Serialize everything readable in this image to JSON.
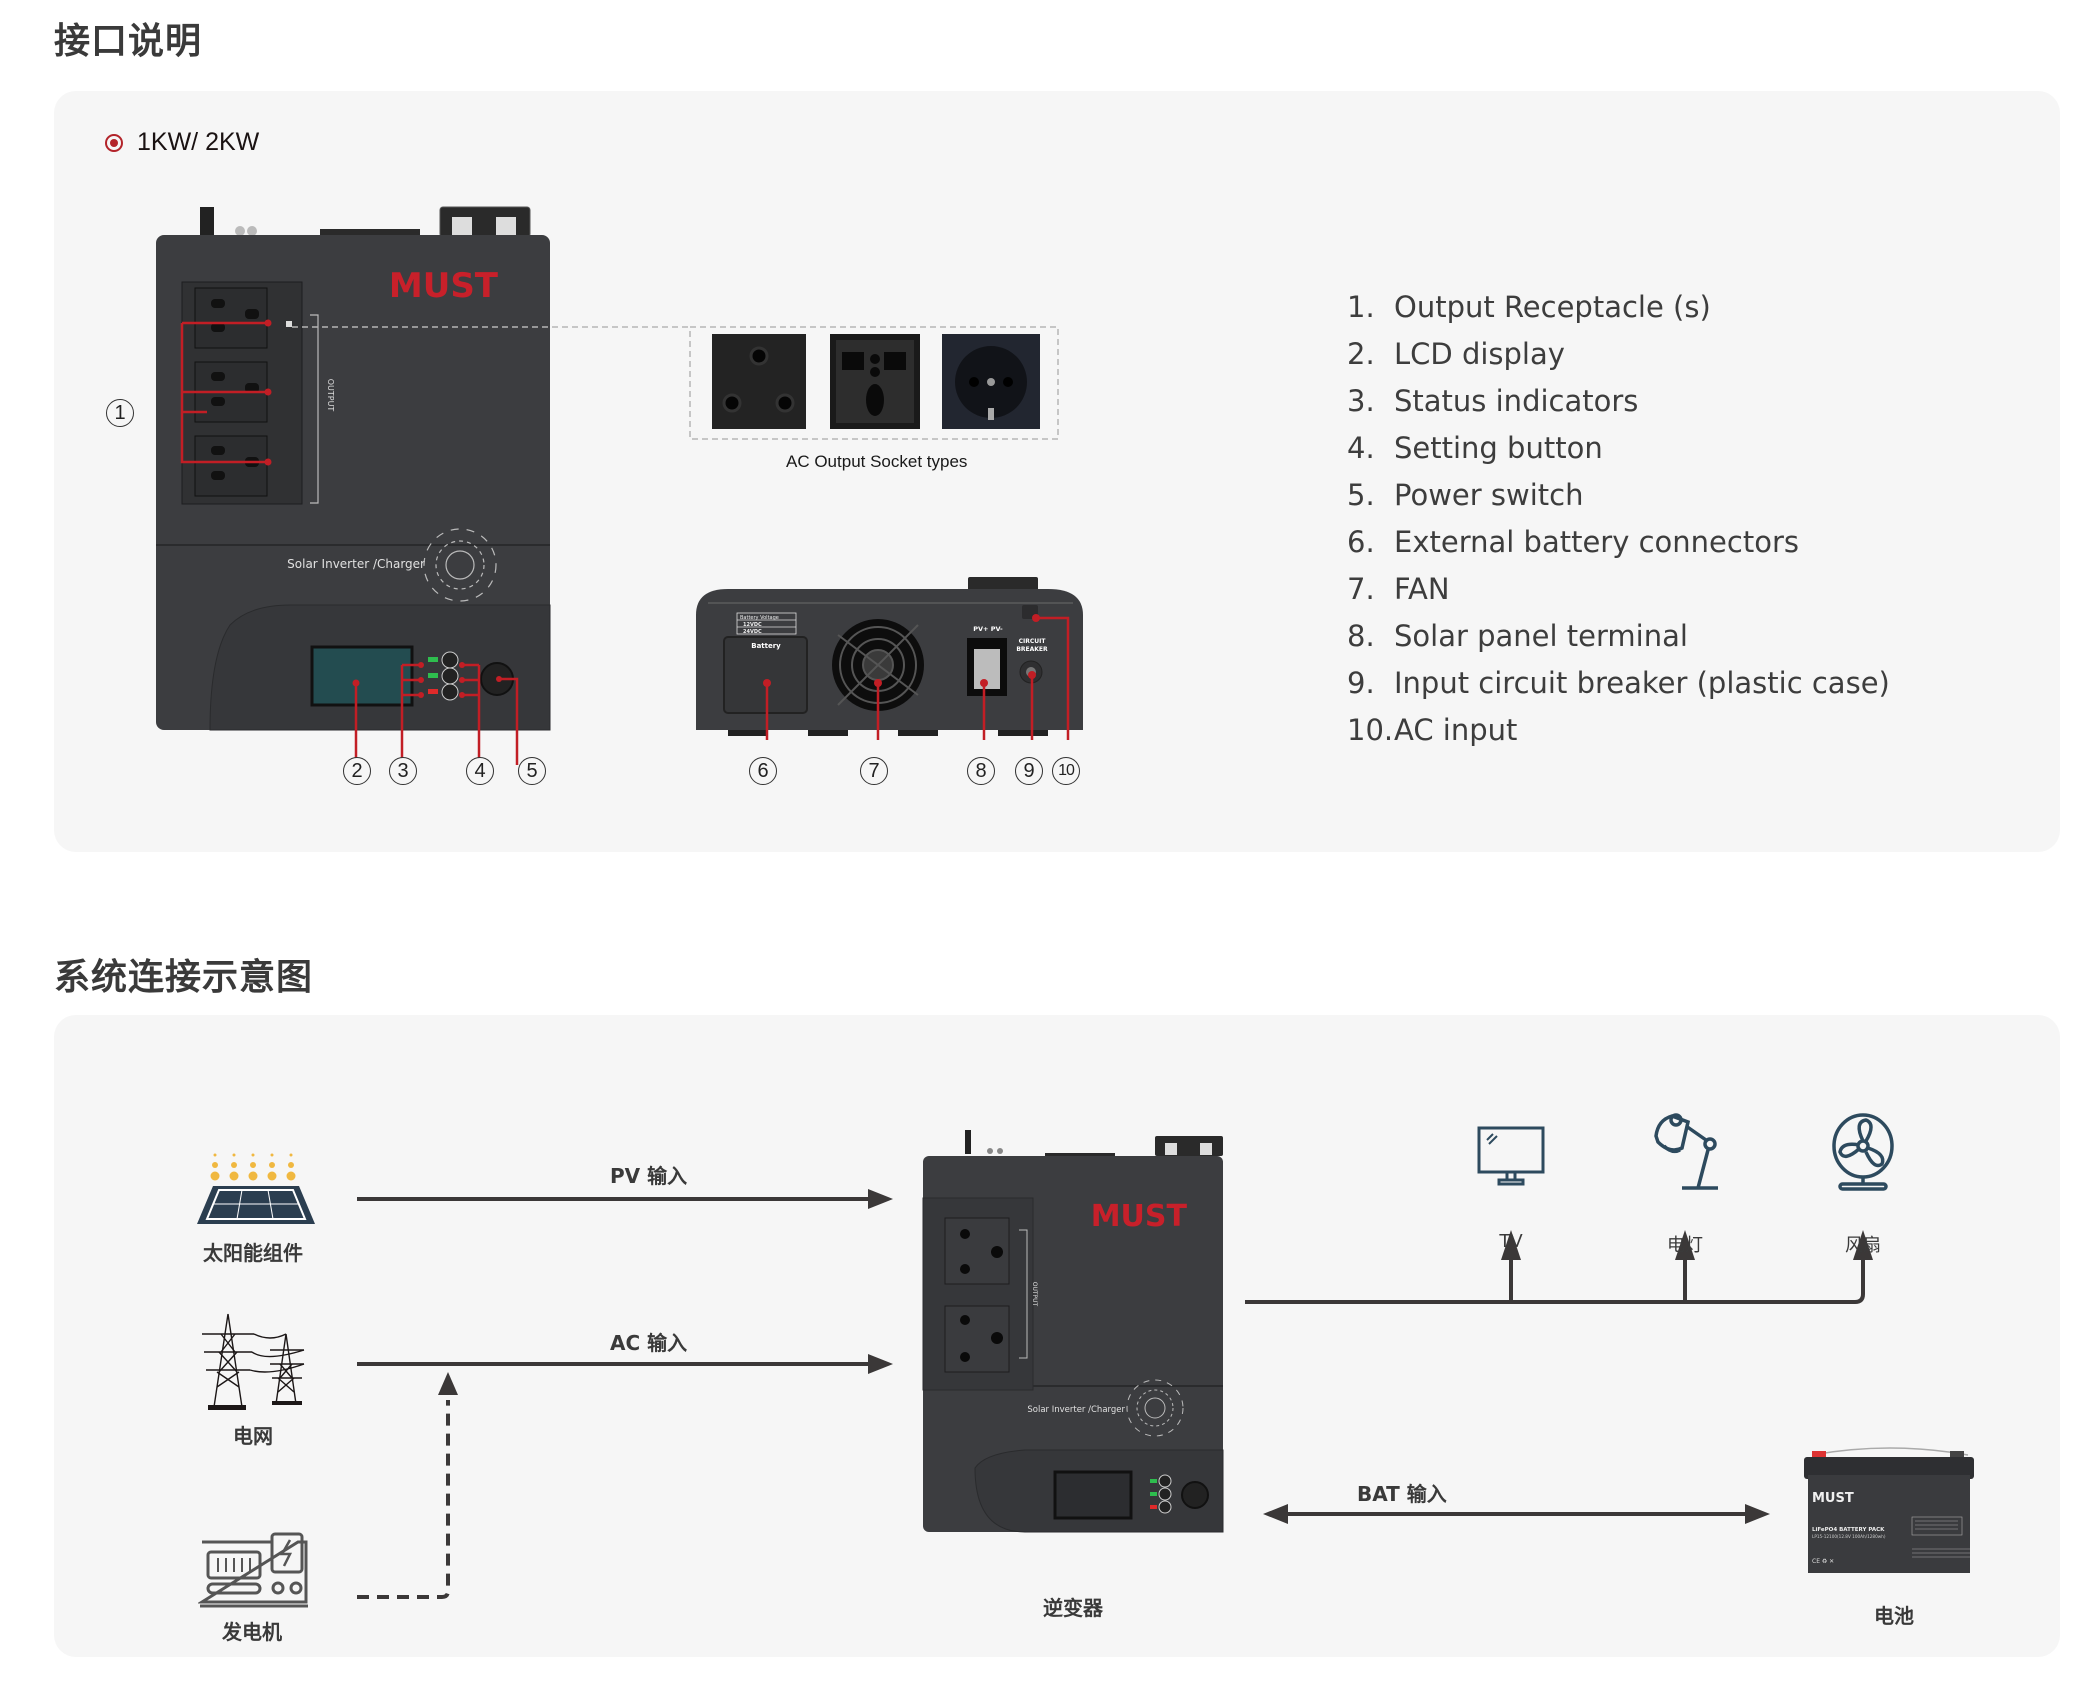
{
  "section1": {
    "title": "接口说明",
    "model_option": "1KW/ 2KW",
    "socket_types_caption": "AC Output Socket types",
    "front_device": {
      "brand": "MUST",
      "product_text": "Solar Inverter /Charger",
      "output_label": "OUTPUT"
    },
    "rear_device": {
      "battery_voltage_label": "Battery Voltage",
      "voltage_12": "12VDC",
      "voltage_24": "24VDC",
      "battery_terminal_label": "Battery",
      "pv_label": "PV+  PV-",
      "breaker_label_1": "CIRCUIT",
      "breaker_label_2": "BREAKER"
    },
    "callouts": [
      "1",
      "2",
      "3",
      "4",
      "5",
      "6",
      "7",
      "8",
      "9",
      "10"
    ],
    "legend": [
      {
        "num": "1.",
        "text": "Output Receptacle (s)"
      },
      {
        "num": "2.",
        "text": "LCD display"
      },
      {
        "num": "3.",
        "text": "Status indicators"
      },
      {
        "num": "4.",
        "text": "Setting button"
      },
      {
        "num": "5.",
        "text": "Power switch"
      },
      {
        "num": "6.",
        "text": "External battery connectors"
      },
      {
        "num": "7.",
        "text": "FAN"
      },
      {
        "num": "8.",
        "text": "Solar panel terminal"
      },
      {
        "num": "9.",
        "text": "Input circuit breaker (plastic case)"
      },
      {
        "num": "10.",
        "text": "AC input"
      }
    ]
  },
  "section2": {
    "title": "系统连接示意图",
    "sources": {
      "solar": "太阳能组件",
      "grid": "电网",
      "generator": "发电机"
    },
    "links": {
      "pv": "PV 输入",
      "ac": "AC 输入",
      "bat": "BAT 输入"
    },
    "inverter_label": "逆变器",
    "inverter_brand": "MUST",
    "inverter_product_text": "Solar Inverter /Charger",
    "inverter_output_label": "OUTPUT",
    "loads": [
      "TV",
      "电灯",
      "风扇"
    ],
    "battery": {
      "label": "电池",
      "brand": "MUST",
      "pack": "LiFePO4 BATTERY PACK",
      "model": "LP15-12100(12.8V 100Ah/1280wh)"
    }
  },
  "colors": {
    "accent_red": "#c8202a",
    "callout_line_red": "#c21e25",
    "icon_navy": "#2d4a5e",
    "solar_sun": "#f0b840",
    "arrow": "#3b3838",
    "panel_bg": "#f6f6f6",
    "device_body": "#3c3d40"
  }
}
